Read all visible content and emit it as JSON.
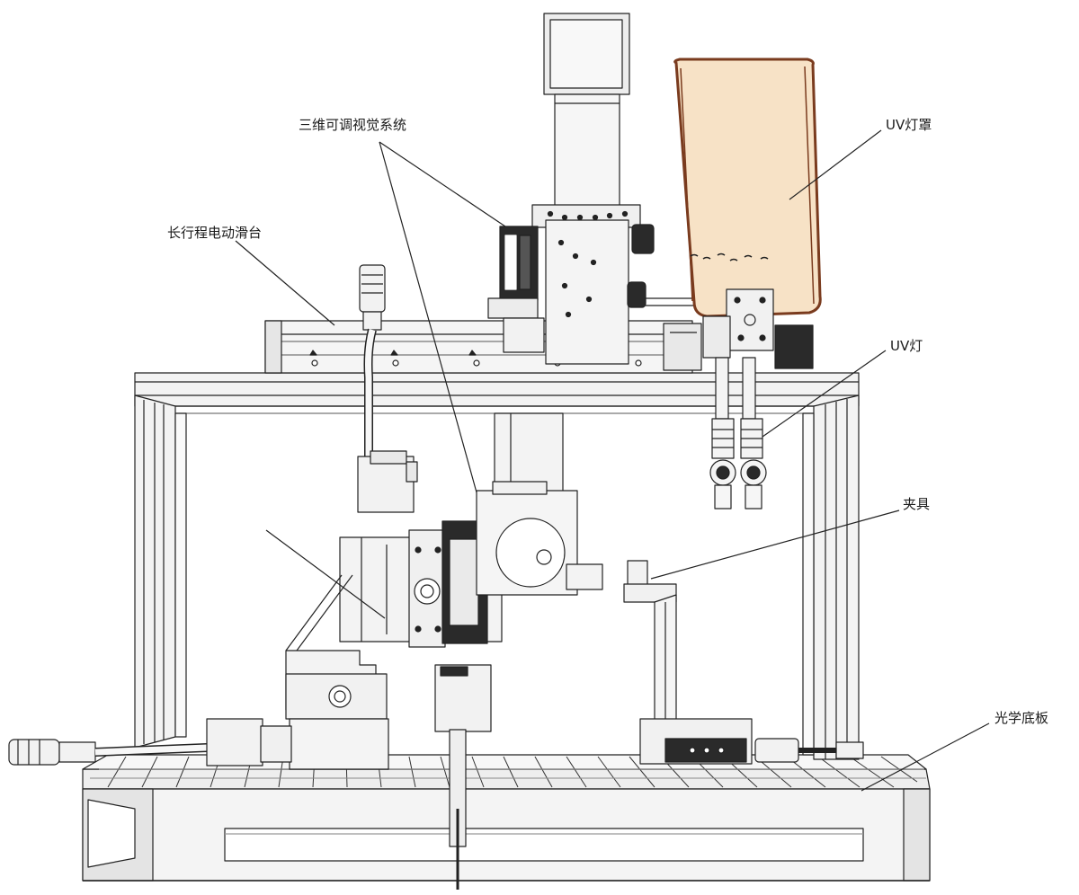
{
  "labels": {
    "vision_system": "三维可调视觉系统",
    "linear_stage": "长行程电动滑台",
    "uv_hood": "UV灯罩",
    "uv_lamp": "UV灯",
    "fixture": "夹具",
    "optical_base": "光学底板"
  },
  "colors": {
    "line": "#222222",
    "metal": "#f2f2f2",
    "metal_dark": "#d6d6d6",
    "dark_part": "#2a2a2a",
    "hood": "#f7e2c6",
    "hood_edge": "#7a3b1e"
  }
}
